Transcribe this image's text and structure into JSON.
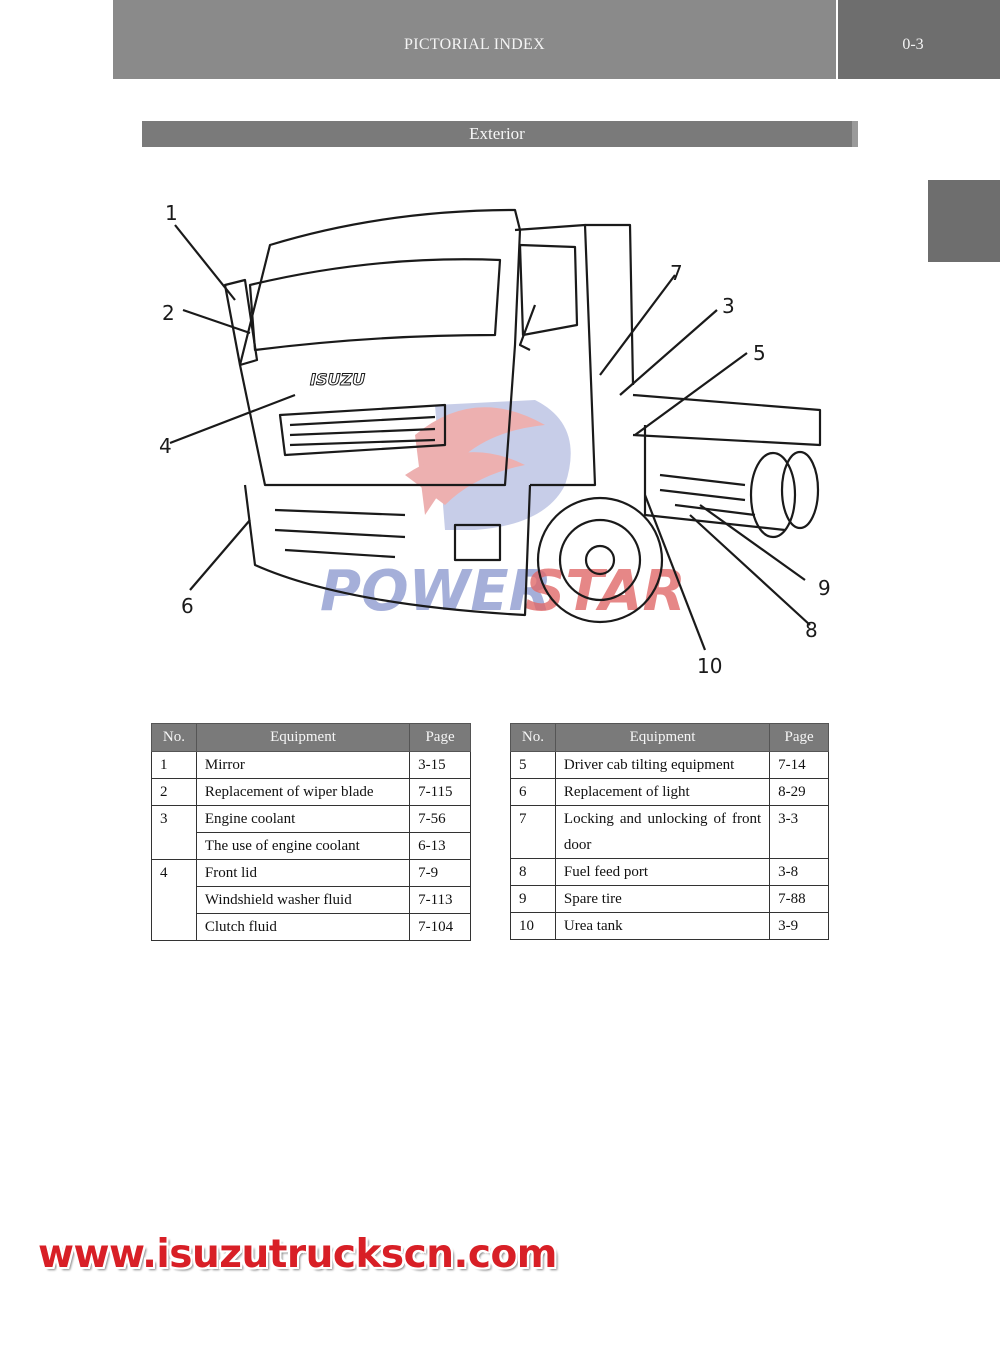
{
  "header": {
    "title": "PICTORIAL INDEX",
    "page": "0-3"
  },
  "section": {
    "title": "Exterior"
  },
  "illustration": {
    "brand": "ISUZU",
    "watermark_a": "POWER",
    "watermark_b": "STAR",
    "callouts": [
      "1",
      "2",
      "3",
      "4",
      "5",
      "6",
      "7",
      "8",
      "9",
      "10"
    ]
  },
  "table_headers": {
    "no": "No.",
    "equipment": "Equipment",
    "page": "Page"
  },
  "table_left": [
    {
      "no": "1",
      "equipment": "Mirror",
      "page": "3-15"
    },
    {
      "no": "2",
      "equipment": "Replacement of wiper blade",
      "page": "7-115"
    },
    {
      "no": "3",
      "equipment": "Engine coolant",
      "page": "7-56"
    },
    {
      "no": "",
      "equipment": "The use of engine coolant",
      "page": "6-13"
    },
    {
      "no": "4",
      "equipment": "Front lid",
      "page": "7-9"
    },
    {
      "no": "",
      "equipment": "Windshield washer fluid",
      "page": "7-113"
    },
    {
      "no": "",
      "equipment": "Clutch fluid",
      "page": "7-104"
    }
  ],
  "table_right": [
    {
      "no": "5",
      "equipment": "Driver cab tilting equipment",
      "page": "7-14"
    },
    {
      "no": "6",
      "equipment": "Replacement of light",
      "page": "8-29"
    },
    {
      "no": "7",
      "equipment": "Locking and unlocking of front door",
      "page": "3-3"
    },
    {
      "no": "8",
      "equipment": "Fuel feed port",
      "page": "3-8"
    },
    {
      "no": "9",
      "equipment": "Spare tire",
      "page": "7-88"
    },
    {
      "no": "10",
      "equipment": "Urea tank",
      "page": "3-9"
    }
  ],
  "footer": {
    "url": "www.isuzutruckscn.com"
  },
  "colors": {
    "header_bg": "#8a8a8a",
    "tab_bg": "#6e6e6e",
    "url_red": "#d81f26"
  }
}
